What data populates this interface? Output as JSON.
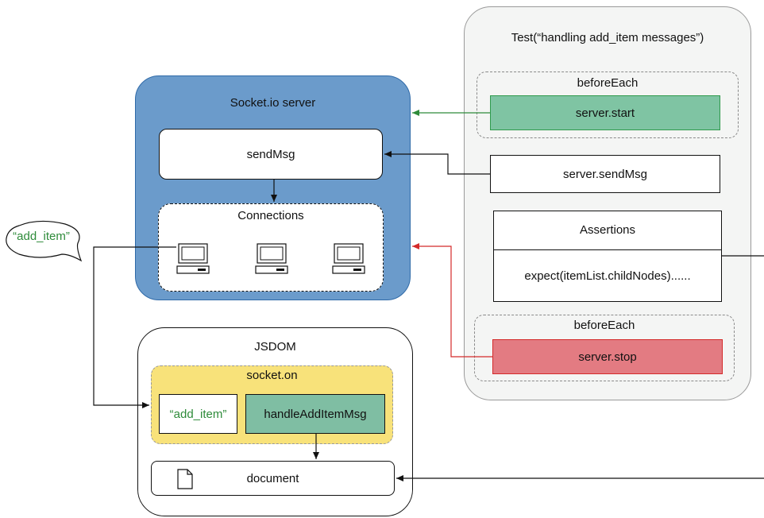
{
  "test_panel": {
    "title": "Test(“handling add_item messages”)",
    "before_each_top": {
      "label": "beforeEach",
      "step": "server.start"
    },
    "send_msg": "server.sendMsg",
    "assertions": {
      "header": "Assertions",
      "body": "expect(itemList.childNodes)......"
    },
    "before_each_bottom": {
      "label": "beforeEach",
      "step": "server.stop"
    }
  },
  "server": {
    "title": "Socket.io server",
    "send_msg": "sendMsg",
    "connections": "Connections"
  },
  "speech_bubble": "“add_item”",
  "jsdom": {
    "title": "JSDOM",
    "socket_on": {
      "label": "socket.on",
      "event": "“add_item”",
      "handler": "handleAddItemMsg"
    },
    "document": "document"
  },
  "colors": {
    "server_fill": "#6b9bcb",
    "server_stroke": "#2f6aa8",
    "start_fill": "#7fc4a3",
    "start_stroke": "#2e9a4c",
    "stop_fill": "#e37b82",
    "stop_stroke": "#d42a2a",
    "socket_on_fill": "#f8e27a",
    "handler_fill": "#7fbea3",
    "event_text": "#2e8b3a",
    "test_panel_fill": "#f4f5f4"
  }
}
